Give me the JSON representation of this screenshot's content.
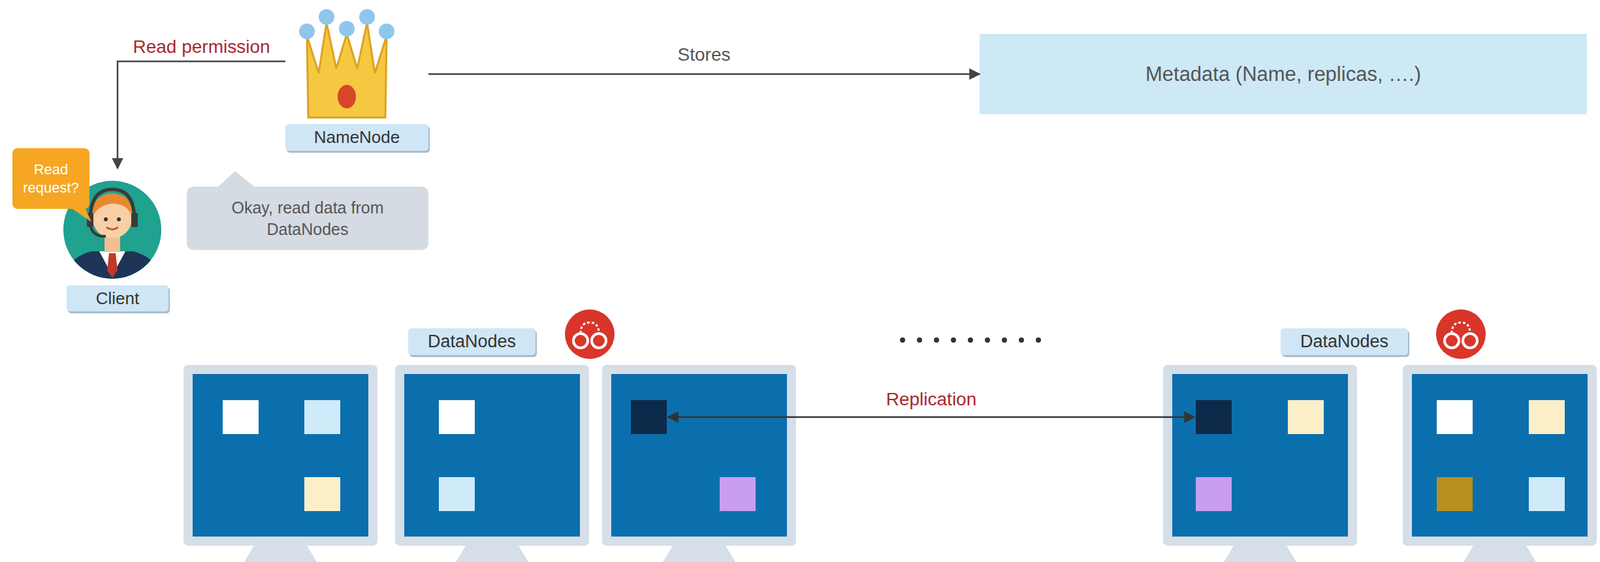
{
  "diagram": {
    "nodes": [
      {
        "text": [
          "NameNode"
        ]
      },
      {
        "text": [
          "Metadata (Name, replicas, ….)"
        ]
      },
      {
        "text": [
          "Read request?"
        ]
      },
      {
        "text": [
          "Client"
        ]
      },
      {
        "text": [
          "Okay, read data from DataNodes"
        ]
      },
      {
        "text": [
          "DataNodes"
        ]
      },
      {
        "text": [
          "DataNodes"
        ]
      }
    ],
    "edges": [
      {
        "from": 0,
        "to": 3,
        "arrow": "to",
        "label": "Read permission"
      },
      {
        "from": 0,
        "to": 1,
        "arrow": "to",
        "label": "Stores"
      }
    ],
    "labels": [
      "Replication"
    ]
  }
}
